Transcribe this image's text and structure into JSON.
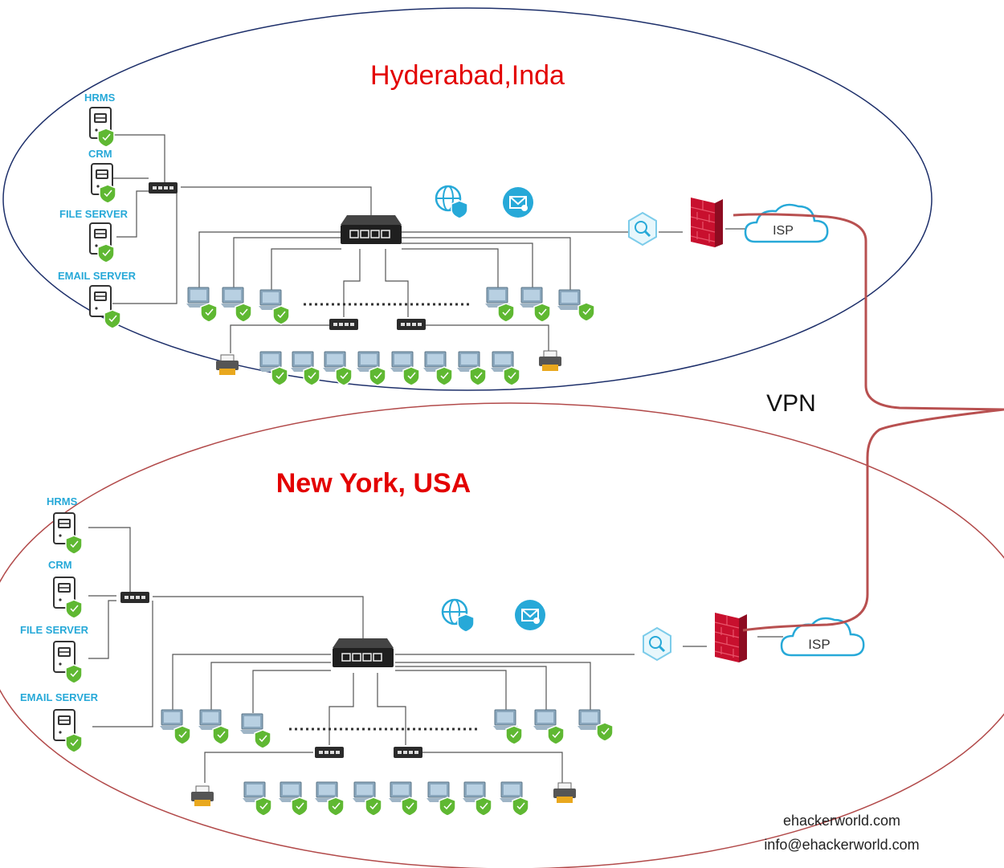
{
  "sites": [
    {
      "title": "Hyderabad,Inda",
      "servers": [
        "HRMS",
        "CRM",
        "FILE SERVER",
        "EMAIL SERVER"
      ],
      "cloud_label": "ISP",
      "border_color": "#1d2f6a"
    },
    {
      "title": "New York, USA",
      "servers": [
        "HRMS",
        "CRM",
        "FILE SERVER",
        "EMAIL SERVER"
      ],
      "cloud_label": "ISP",
      "border_color": "#b24a4a"
    }
  ],
  "link_label": "VPN",
  "link_color": "#b85050",
  "credit": {
    "website": "ehackerworld.com",
    "email": "info@ehackerworld.com"
  },
  "colors": {
    "shield": "#5fb832",
    "firewall": "#c8102e",
    "accent": "#27a9d8",
    "title": "#e30000"
  }
}
